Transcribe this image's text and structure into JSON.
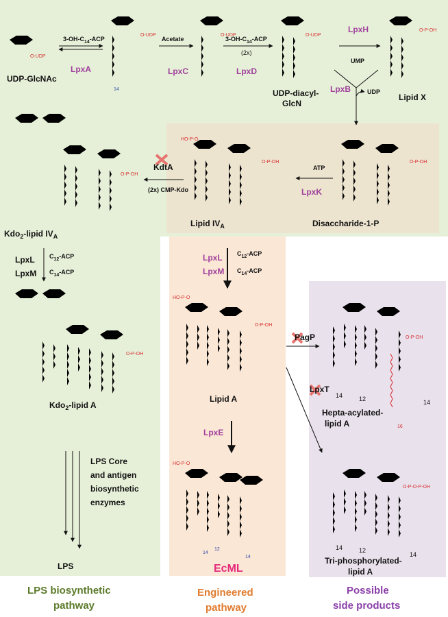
{
  "molecules": {
    "udp_glcnac": "UDP-GlcNAc",
    "udp_diacyl_glcn_1": "UDP-diacyl-",
    "udp_diacyl_glcn_2": "GlcN",
    "lipid_x": "Lipid X",
    "lipid_iva": "Lipid IV",
    "lipid_iva_sub": "A",
    "disaccharide": "Disaccharide-1-P",
    "kdo2_lipid_iva": "Kdo",
    "kdo2_lipid_iva_sub": "2",
    "kdo2_lipid_iva_rest": "-lipid IV",
    "kdo2_lipid_iva_sub2": "A",
    "kdo2_lipid_a": "Kdo",
    "kdo2_lipid_a_sub": "2",
    "kdo2_lipid_a_rest": "-lipid A",
    "lipid_a": "Lipid A",
    "lps": "LPS",
    "ecml": "EcML",
    "hepta_1": "Hepta-acylated-",
    "hepta_2": "lipid A",
    "triphos_1": "Tri-phosphorylated-",
    "triphos_2": "lipid A"
  },
  "enzymes": {
    "lpxa": "LpxA",
    "lpxc": "LpxC",
    "lpxd": "LpxD",
    "lpxh": "LpxH",
    "lpxb": "LpxB",
    "lpxk": "LpxK",
    "kdta": "KdtA",
    "lpxl_left": "LpxL",
    "lpxm_left": "LpxM",
    "lpxl_mid": "LpxL",
    "lpxm_mid": "LpxM",
    "lpxe": "LpxE",
    "pagp": "PagP",
    "lpxt": "LpxT"
  },
  "reagents": {
    "acp_c14_1": "3-OH-C",
    "acp_c14_1_sub": "14",
    "acp_c14_1_rest": "-ACP",
    "acetate": "Acetate",
    "acp_c14_2": "3-OH-C",
    "acp_c14_2_sub": "14",
    "acp_c14_2_rest": "-ACP",
    "two_x": "(2x)",
    "ump": "UMP",
    "udp": "UDP",
    "atp": "ATP",
    "cmp_kdo": "(2x) CMP-Kdo",
    "c12_acp_left": "C",
    "c12_acp_left_sub": "12",
    "c12_acp_left_rest": "-ACP",
    "c14_acp_left": "C",
    "c14_acp_left_sub": "14",
    "c14_acp_left_rest": "-ACP",
    "c12_acp_mid": "C",
    "c12_acp_mid_sub": "12",
    "c12_acp_mid_rest": "-ACP",
    "c14_acp_mid": "C",
    "c14_acp_mid_sub": "14",
    "c14_acp_mid_rest": "-ACP",
    "lps_core_1": "LPS Core",
    "lps_core_2": "and antigen",
    "lps_core_3": "biosynthetic",
    "lps_core_4": "enzymes"
  },
  "group_labels": {
    "o_udp": "O-UDP",
    "chain_14": "14",
    "chain_12": "12",
    "chain_16": "16"
  },
  "footer": {
    "lps_path_1": "LPS biosynthetic",
    "lps_path_2": "pathway",
    "eng_path_1": "Engineered",
    "eng_path_2": "pathway",
    "side_1": "Possible",
    "side_2": "side products"
  },
  "colors": {
    "green_panel": "#e6f0d8",
    "tan_panel": "#ede4d0",
    "orange_panel": "#fbe7d6",
    "purple_panel": "#e9e1ec",
    "enzyme": "#a0409c",
    "structure_blue": "#2d47a8",
    "phosphate_red": "#d63030",
    "ecml": "#e5297a"
  }
}
